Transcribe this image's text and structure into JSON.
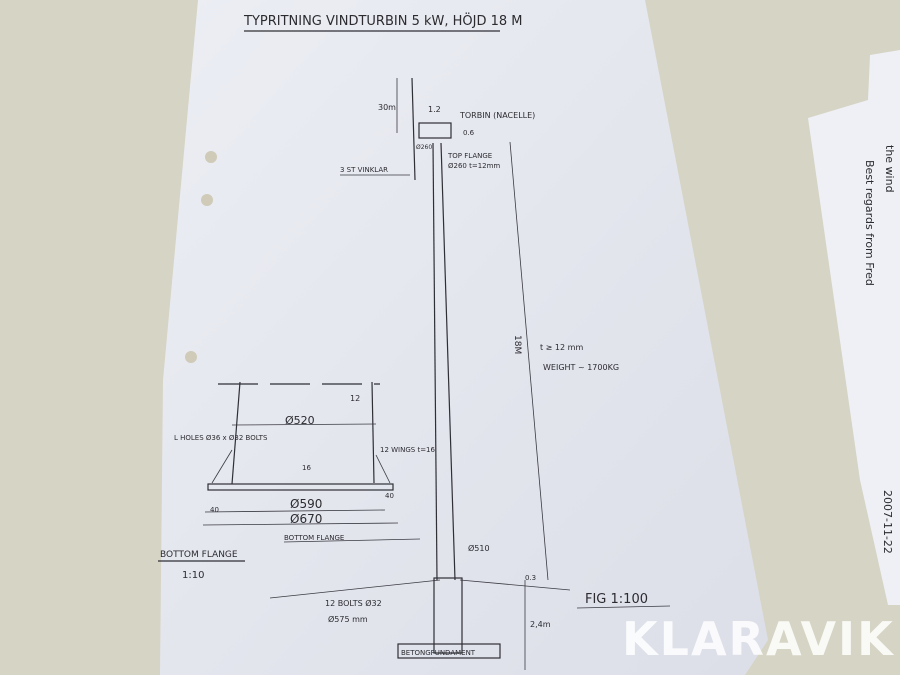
{
  "drawing": {
    "title": "TYPRITNING VINDTURBIN 5 kW, HÖJD 18 M",
    "tower": {
      "height_30m": "30m",
      "nacelle_width": "1.2",
      "nacelle_label": "TORBIN (NACELLE)",
      "nacelle_height": "0.6",
      "flange_dia": "Ø260",
      "top_flange": "TOP FLANGE",
      "top_flange_spec": "Ø260 t=12mm",
      "angle_bar": "3 ST VINKLAR",
      "height_18m": "18M",
      "thickness": "t ≥ 12 mm",
      "weight": "WEIGHT ~ 1700KG",
      "base_dia": "Ø510",
      "ground_offset": "0.3",
      "bolts": "12 BOLTS Ø32",
      "bolt_circle": "Ø575 mm",
      "depth": "2,4m",
      "foundation": "BETONGFUNDAMENT",
      "fig_label": "FIG 1:100"
    },
    "detail": {
      "pipe_dia": "Ø520",
      "wall": "12",
      "holes": "L HOLES Ø36 x Ø32 BOLTS",
      "wings": "12 WINGS t=16",
      "plate": "16",
      "inner_dia": "Ø590",
      "outer_dia": "Ø670",
      "left_edge": "40",
      "right_edge": "40",
      "flange_label": "BOTTOM FLANGE",
      "scale_title": "BOTTOM FLANGE",
      "scale": "1:10"
    }
  },
  "side_paper": {
    "line1": "the wind",
    "line2": "Best regards from Fred",
    "date": "2007-11-22"
  },
  "watermark": "KLARAVIK"
}
